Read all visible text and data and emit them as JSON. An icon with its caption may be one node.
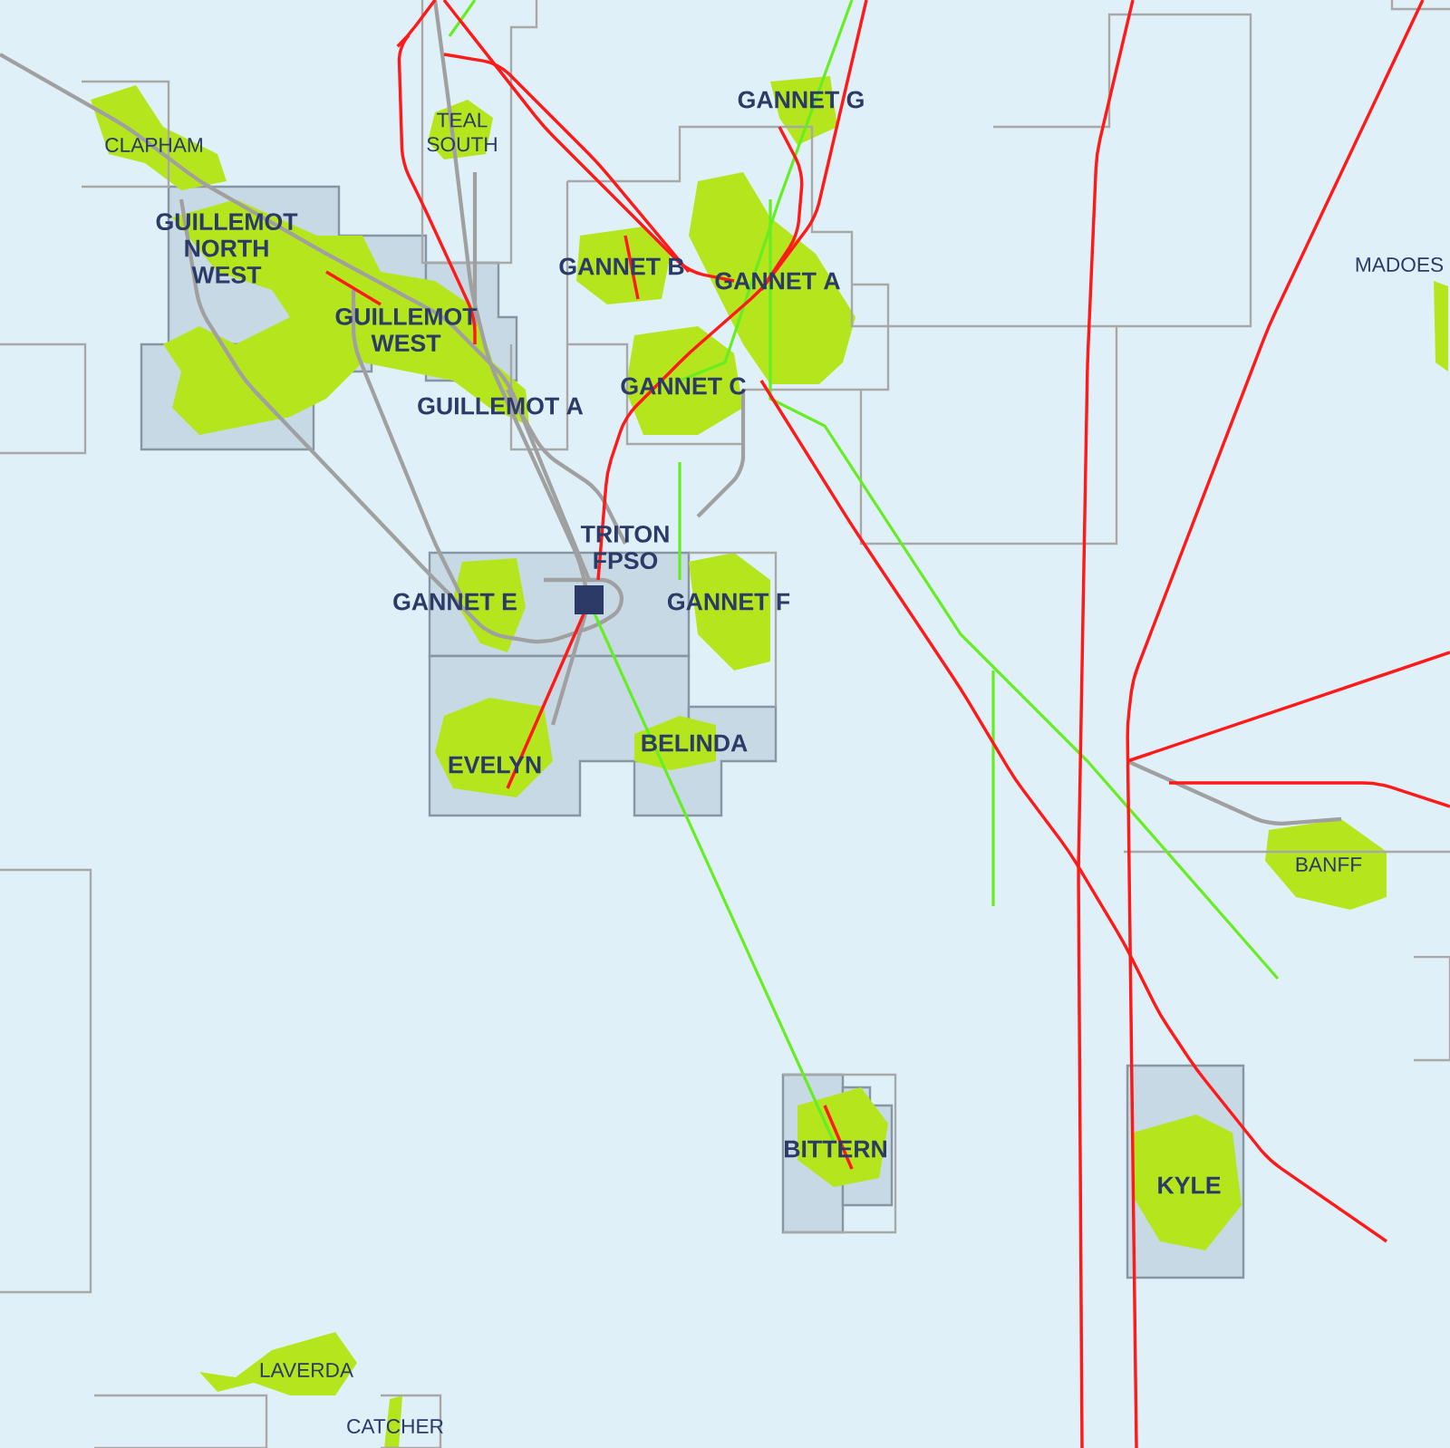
{
  "diagram": {
    "labels": [
      "CLAPHAM",
      "TEAL SOUTH",
      "GANNET G",
      "GUILLEMOT NORTH WEST",
      "GANNET B",
      "GANNET A",
      "MADOES",
      "GUILLEMOT WEST",
      "GANNET C",
      "GUILLEMOT A",
      "TRITON FPSO",
      "GANNET E",
      "GANNET F",
      "EVELYN",
      "BELINDA",
      "BANFF",
      "BITTERN",
      "KYLE",
      "LAVERDA",
      "CATCHER"
    ]
  }
}
